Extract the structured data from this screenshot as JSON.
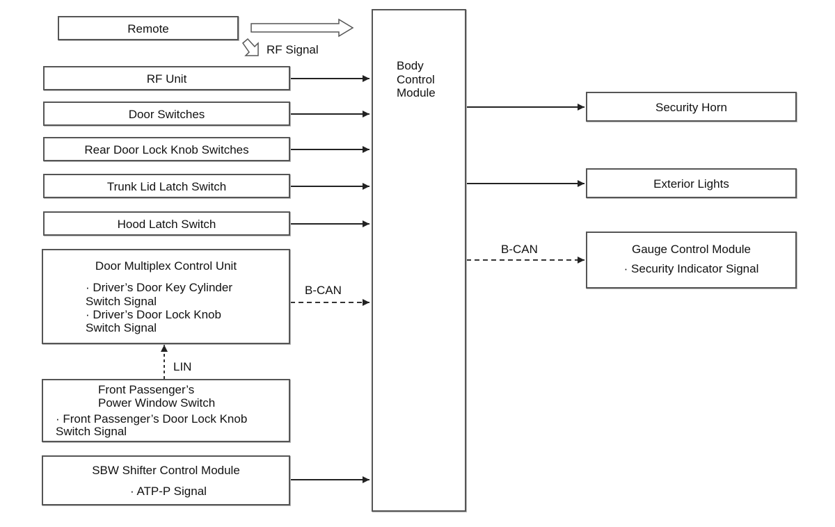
{
  "remote": {
    "label": "Remote",
    "rf_signal_label": "RF Signal"
  },
  "inputs": {
    "rf_unit": "RF Unit",
    "door_switches": "Door Switches",
    "rear_door_lock_knob": "Rear Door Lock Knob Switches",
    "trunk_lid_latch": "Trunk Lid Latch Switch",
    "hood_latch": "Hood Latch Switch"
  },
  "door_multiplex": {
    "title": "Door Multiplex Control Unit",
    "signal_1_line_1": "· Driver’s Door Key Cylinder",
    "signal_1_line_2": "Switch Signal",
    "signal_2_line_1": "· Driver’s Door Lock Knob",
    "signal_2_line_2": "Switch Signal",
    "bus_label": "B-CAN"
  },
  "lin_label": "LIN",
  "front_passenger": {
    "title_line_1": "Front Passenger’s",
    "title_line_2": "Power Window Switch",
    "signal_line_1": "· Front Passenger’s Door Lock Knob",
    "signal_line_2": "Switch Signal"
  },
  "sbw": {
    "title": "SBW Shifter Control Module",
    "signal": "· ATP-P Signal"
  },
  "bcm": {
    "line_1": "Body",
    "line_2": "Control",
    "line_3": "Module"
  },
  "outputs": {
    "security_horn": "Security Horn",
    "exterior_lights": "Exterior Lights",
    "gauge_title": "Gauge Control Module",
    "gauge_signal": "· Security Indicator Signal",
    "gauge_bus_label": "B-CAN"
  }
}
